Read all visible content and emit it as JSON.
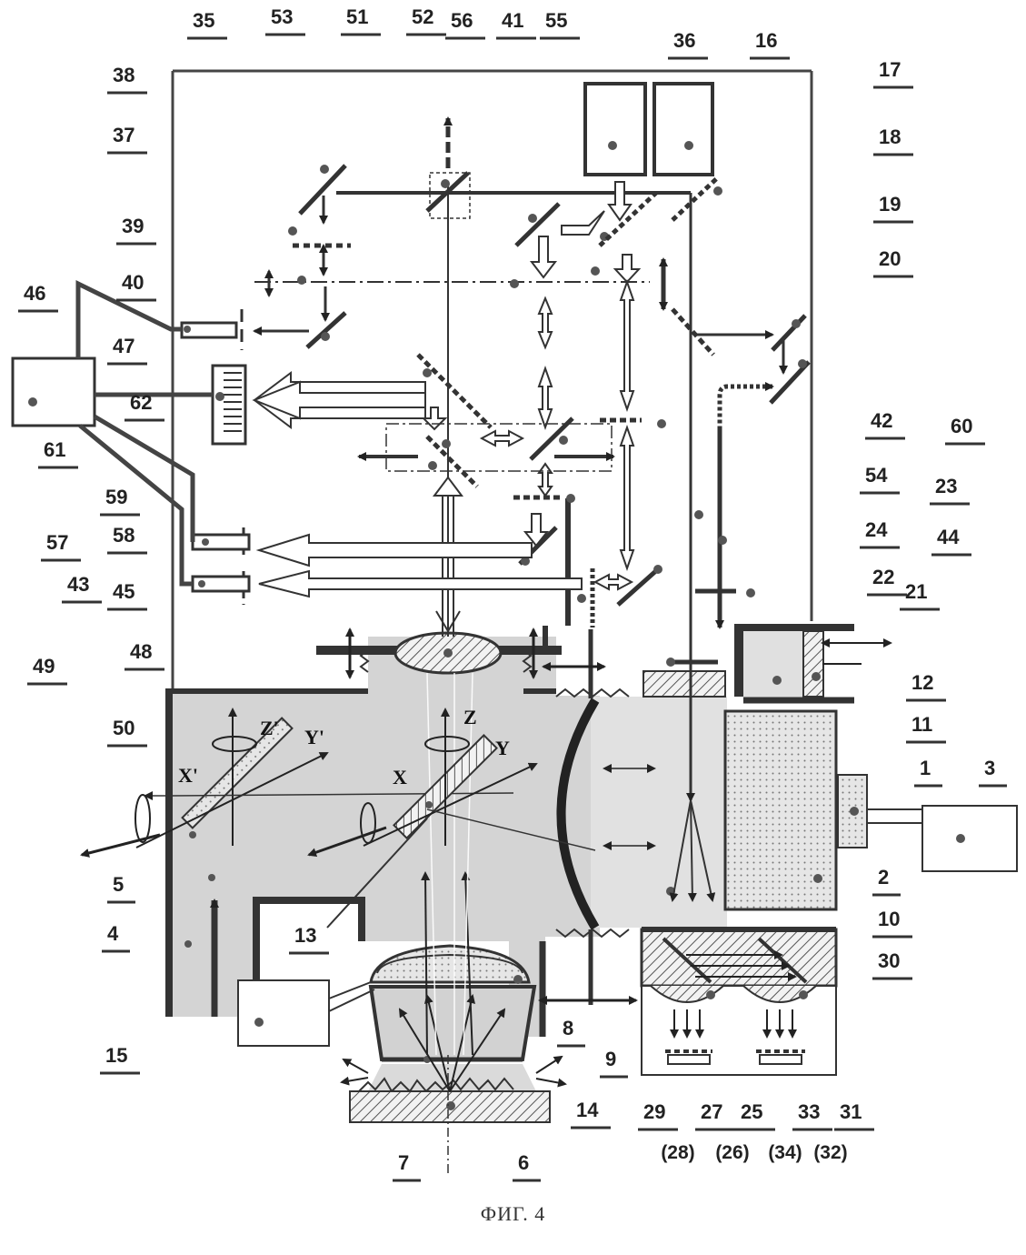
{
  "caption": "ФИГ. 4",
  "labels": [
    "1",
    "2",
    "3",
    "4",
    "5",
    "6",
    "7",
    "8",
    "9",
    "10",
    "11",
    "12",
    "13",
    "14",
    "15",
    "16",
    "17",
    "18",
    "19",
    "20",
    "21",
    "22",
    "23",
    "24",
    "25",
    "27",
    "29",
    "30",
    "31",
    "33",
    "35",
    "36",
    "37",
    "38",
    "39",
    "40",
    "41",
    "42",
    "43",
    "44",
    "45",
    "46",
    "47",
    "48",
    "49",
    "50",
    "51",
    "52",
    "53",
    "54",
    "55",
    "56",
    "57",
    "58",
    "59",
    "60",
    "61",
    "62"
  ],
  "paren_labels": [
    "(28)",
    "(26)",
    "(34)",
    "(32)"
  ],
  "axis_labels": [
    "Z'",
    "Y'",
    "X'",
    "Z",
    "Y",
    "X"
  ],
  "colors": {
    "ink": "#222222",
    "chamber_fill": "#d4d4d4",
    "hatch": "#555555",
    "background": "#ffffff"
  }
}
